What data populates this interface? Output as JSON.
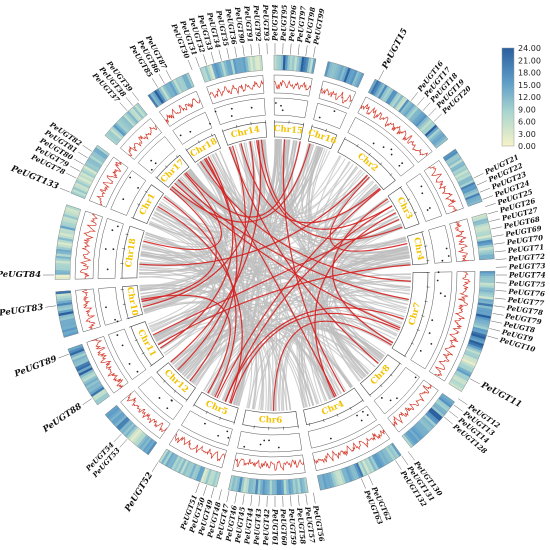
{
  "colors": {
    "background": "#ffffff",
    "chr_label": "#f2c200",
    "synteny_gray": "#bdbdbd",
    "synteny_red": "#d62020",
    "density_line": "#d33a2c",
    "scatter": "#222222",
    "heat_low": "#f7f3c8",
    "heat_mid": "#6cb5c8",
    "heat_high": "#2a5f9e"
  },
  "legend": {
    "ticks": [
      "24.00",
      "21.00",
      "18.00",
      "15.00",
      "12.00",
      "9.00",
      "6.00",
      "3.00",
      "0.00"
    ]
  },
  "chromosomes": [
    {
      "name": "Chr14",
      "len": 30
    },
    {
      "name": "Chr15",
      "len": 20
    },
    {
      "name": "Chr16",
      "len": 18
    },
    {
      "name": "Chr2",
      "len": 45
    },
    {
      "name": "Chr3",
      "len": 28
    },
    {
      "name": "Chr4",
      "len": 22
    },
    {
      "name": "Chr7",
      "len": 60
    },
    {
      "name": "Chr8",
      "len": 30
    },
    {
      "name": "Chr4",
      "len": 42
    },
    {
      "name": "Chr6",
      "len": 38
    },
    {
      "name": "Chr5",
      "len": 30
    },
    {
      "name": "Chr12",
      "len": 28
    },
    {
      "name": "Chr11",
      "len": 30
    },
    {
      "name": "Chr10",
      "len": 22
    },
    {
      "name": "Chr18",
      "len": 36
    },
    {
      "name": "Chr1",
      "len": 26
    },
    {
      "name": "Chr17",
      "len": 22
    },
    {
      "name": "Chr18",
      "len": 22
    }
  ],
  "gene_labels": [
    {
      "text": "PeUGT15",
      "angle": 28,
      "size": "big"
    },
    {
      "text": "PeUGT16",
      "angle": 38,
      "size": "small"
    },
    {
      "text": "PeUGT17",
      "angle": 40,
      "size": "small"
    },
    {
      "text": "PeUGT18",
      "angle": 42,
      "size": "small"
    },
    {
      "text": "PeUGT19",
      "angle": 44,
      "size": "small"
    },
    {
      "text": "PeUGT20",
      "angle": 46,
      "size": "small"
    },
    {
      "text": "PeUGT21",
      "angle": 64,
      "size": "small"
    },
    {
      "text": "PeUGT22",
      "angle": 66,
      "size": "small"
    },
    {
      "text": "PeUGT23",
      "angle": 68,
      "size": "small"
    },
    {
      "text": "PeUGT24",
      "angle": 70,
      "size": "small"
    },
    {
      "text": "PeUGT25",
      "angle": 72,
      "size": "small"
    },
    {
      "text": "PeUGT26",
      "angle": 74,
      "size": "small"
    },
    {
      "text": "PeUGT27",
      "angle": 76,
      "size": "small"
    },
    {
      "text": "PeUGT68",
      "angle": 78,
      "size": "small"
    },
    {
      "text": "PeUGT69",
      "angle": 80,
      "size": "small"
    },
    {
      "text": "PeUGT70",
      "angle": 82,
      "size": "small"
    },
    {
      "text": "PeUGT71",
      "angle": 84,
      "size": "small"
    },
    {
      "text": "PeUGT72",
      "angle": 86,
      "size": "small"
    },
    {
      "text": "PeUGT73",
      "angle": 88,
      "size": "small"
    },
    {
      "text": "PeUGT74",
      "angle": 90,
      "size": "small"
    },
    {
      "text": "PeUGT75",
      "angle": 92,
      "size": "small"
    },
    {
      "text": "PeUGT76",
      "angle": 94,
      "size": "small"
    },
    {
      "text": "PeUGT77",
      "angle": 96,
      "size": "small"
    },
    {
      "text": "PeUGT78",
      "angle": 98,
      "size": "small"
    },
    {
      "text": "PeUGT79",
      "angle": 100,
      "size": "small"
    },
    {
      "text": "PeUGT8",
      "angle": 102,
      "size": "small"
    },
    {
      "text": "PeUGT9",
      "angle": 104,
      "size": "small"
    },
    {
      "text": "PeUGT10",
      "angle": 106,
      "size": "small"
    },
    {
      "text": "PeUGT11",
      "angle": 118,
      "size": "big"
    },
    {
      "text": "PeUGT12",
      "angle": 124,
      "size": "small"
    },
    {
      "text": "PeUGT13",
      "angle": 126,
      "size": "small"
    },
    {
      "text": "PeUGT14",
      "angle": 128,
      "size": "small"
    },
    {
      "text": "PeUGT128",
      "angle": 130,
      "size": "small"
    },
    {
      "text": "PeUGT130",
      "angle": 143,
      "size": "small"
    },
    {
      "text": "PeUGT131",
      "angle": 145,
      "size": "small"
    },
    {
      "text": "PeUGT132",
      "angle": 147,
      "size": "small"
    },
    {
      "text": "PeUGT62",
      "angle": 155,
      "size": "small"
    },
    {
      "text": "PeUGT63",
      "angle": 157,
      "size": "small"
    },
    {
      "text": "PeUGT56",
      "angle": 170,
      "size": "small"
    },
    {
      "text": "PeUGT57",
      "angle": 172,
      "size": "small"
    },
    {
      "text": "PeUGT58",
      "angle": 174,
      "size": "small"
    },
    {
      "text": "PeUGT59",
      "angle": 176,
      "size": "small"
    },
    {
      "text": "PeUGT60",
      "angle": 178,
      "size": "small"
    },
    {
      "text": "PeUGT61",
      "angle": 180,
      "size": "small"
    },
    {
      "text": "PeUGT42",
      "angle": 182,
      "size": "small"
    },
    {
      "text": "PeUGT43",
      "angle": 184,
      "size": "small"
    },
    {
      "text": "PeUGT44",
      "angle": 186,
      "size": "small"
    },
    {
      "text": "PeUGT45",
      "angle": 188,
      "size": "small"
    },
    {
      "text": "PeUGT46",
      "angle": 190,
      "size": "small"
    },
    {
      "text": "PeUGT47",
      "angle": 192,
      "size": "small"
    },
    {
      "text": "PeUGT48",
      "angle": 194,
      "size": "small"
    },
    {
      "text": "PeUGT49",
      "angle": 196,
      "size": "small"
    },
    {
      "text": "PeUGT50",
      "angle": 198,
      "size": "small"
    },
    {
      "text": "PeUGT51",
      "angle": 200,
      "size": "small"
    },
    {
      "text": "PeUGT52",
      "angle": 212,
      "size": "big"
    },
    {
      "text": "PeUGT53",
      "angle": 222,
      "size": "small"
    },
    {
      "text": "PeUGT54",
      "angle": 224,
      "size": "small"
    },
    {
      "text": "PeUGT88",
      "angle": 236,
      "size": "big"
    },
    {
      "text": "PeUGT89",
      "angle": 249,
      "size": "big"
    },
    {
      "text": "PeUGT83",
      "angle": 262,
      "size": "big"
    },
    {
      "text": "PeUGT84",
      "angle": 270,
      "size": "big"
    },
    {
      "text": "PeUGT133",
      "angle": 292,
      "size": "big"
    },
    {
      "text": "PeUGT78",
      "angle": 296,
      "size": "small"
    },
    {
      "text": "PeUGT79",
      "angle": 298,
      "size": "small"
    },
    {
      "text": "PeUGT80",
      "angle": 300,
      "size": "small"
    },
    {
      "text": "PeUGT81",
      "angle": 302,
      "size": "small"
    },
    {
      "text": "PeUGT82",
      "angle": 304,
      "size": "small"
    },
    {
      "text": "PeUGT37",
      "angle": 318,
      "size": "small"
    },
    {
      "text": "PeUGT38",
      "angle": 320,
      "size": "small"
    },
    {
      "text": "PeUGT39",
      "angle": 322,
      "size": "small"
    },
    {
      "text": "PeUGT85",
      "angle": 328,
      "size": "small"
    },
    {
      "text": "PeUGT86",
      "angle": 330,
      "size": "small"
    },
    {
      "text": "PeUGT87",
      "angle": 332,
      "size": "small"
    },
    {
      "text": "PeUGT30",
      "angle": 338,
      "size": "small"
    },
    {
      "text": "PeUGT31",
      "angle": 340,
      "size": "small"
    },
    {
      "text": "PeUGT32",
      "angle": 342,
      "size": "small"
    },
    {
      "text": "PeUGT33",
      "angle": 344,
      "size": "small"
    },
    {
      "text": "PeUGT34",
      "angle": 346,
      "size": "small"
    },
    {
      "text": "PeUGT35",
      "angle": 348,
      "size": "small"
    },
    {
      "text": "PeUGT36",
      "angle": 350,
      "size": "small"
    },
    {
      "text": "PeUGT90",
      "angle": 352,
      "size": "small"
    },
    {
      "text": "PeUGT91",
      "angle": 354,
      "size": "small"
    },
    {
      "text": "PeUGT92",
      "angle": 356,
      "size": "small"
    },
    {
      "text": "PeUGT93",
      "angle": 358,
      "size": "small"
    },
    {
      "text": "PeUGT94",
      "angle": 0,
      "size": "small"
    },
    {
      "text": "PeUGT95",
      "angle": 2,
      "size": "small"
    },
    {
      "text": "PeUGT96",
      "angle": 4,
      "size": "small"
    },
    {
      "text": "PeUGT97",
      "angle": 6,
      "size": "small"
    },
    {
      "text": "PeUGT98",
      "angle": 8,
      "size": "small"
    },
    {
      "text": "PeUGT99",
      "angle": 10,
      "size": "small"
    }
  ]
}
